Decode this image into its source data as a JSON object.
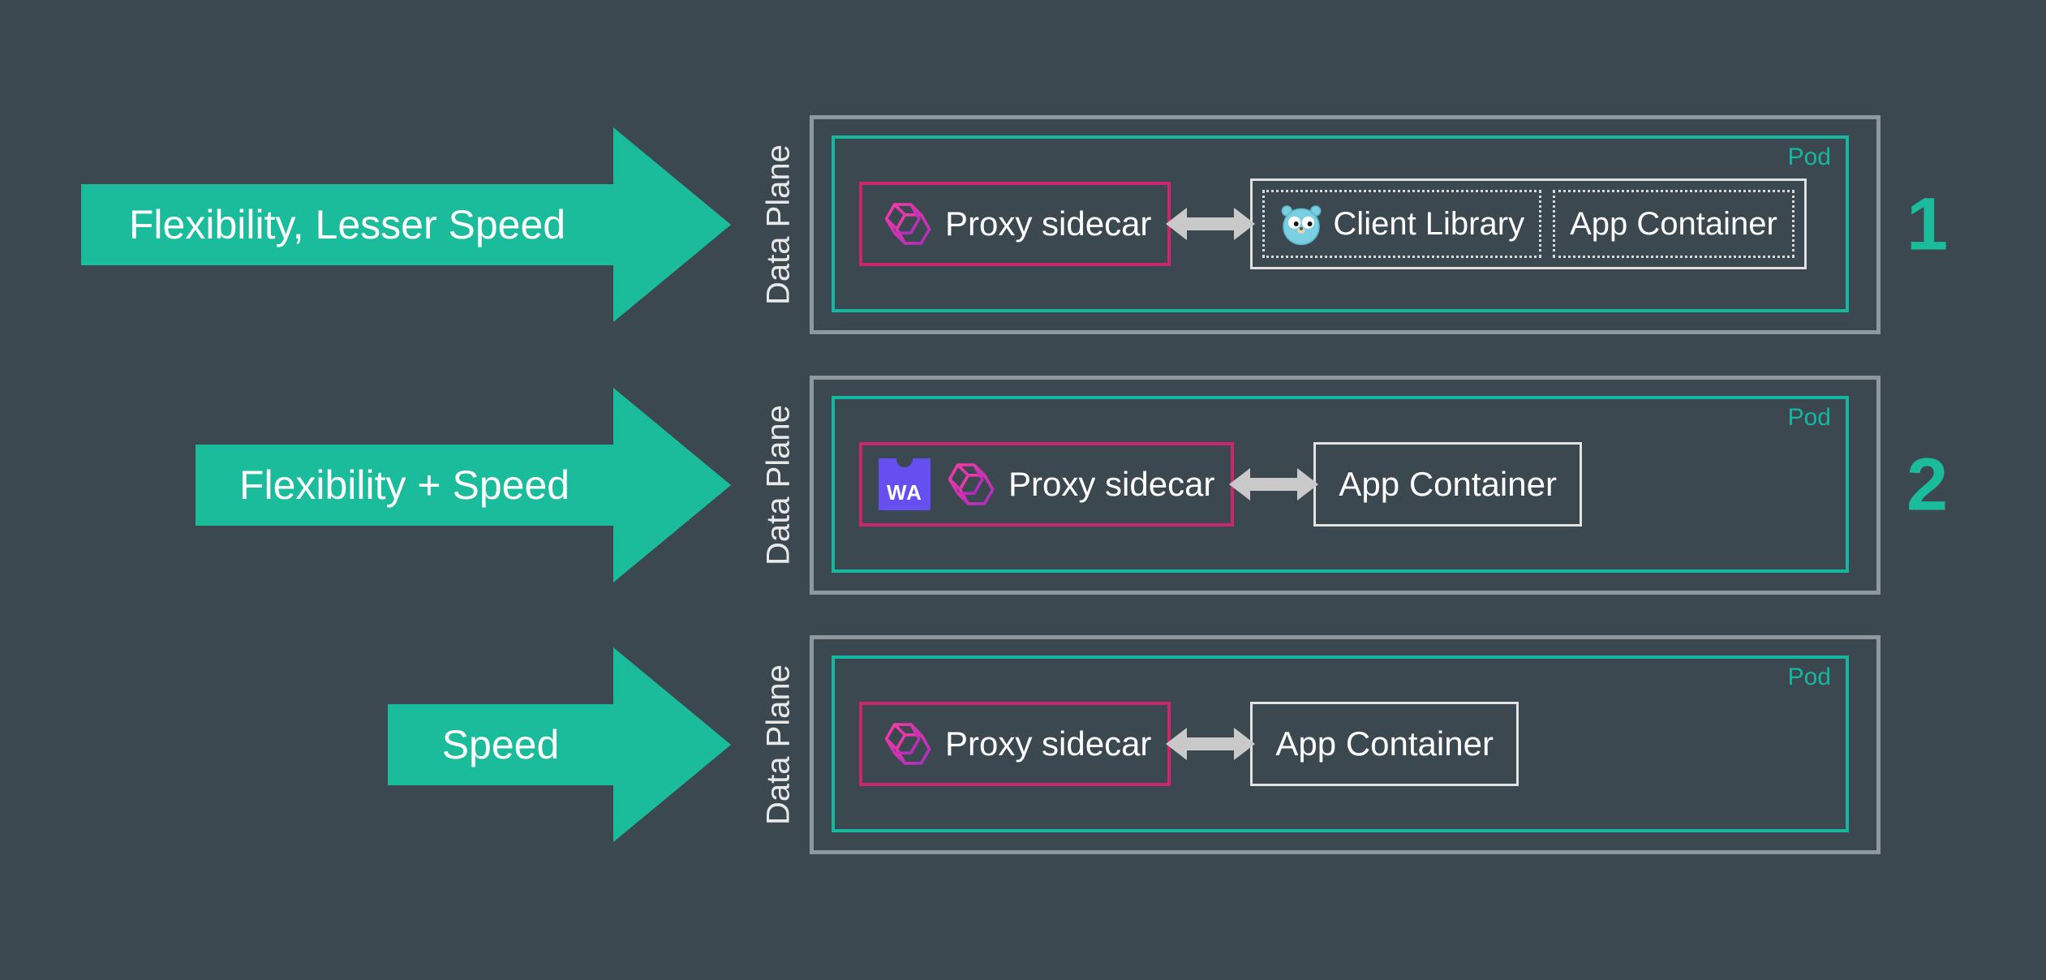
{
  "colors": {
    "background": "#3b4850",
    "arrow_teal": "#1abc9c",
    "pod_border_teal": "#14b8a0",
    "proxy_border_magenta": "#c9266d",
    "frame_gray": "#8f989d",
    "container_border": "#e0e0e0",
    "link_arrow_gray": "#c9c9c9",
    "wasm_purple": "#654ff0",
    "text": "#ffffff"
  },
  "icons": {
    "proxy_logo": "envoy-proxy-hexagon-logo",
    "client_library": "go-gopher-icon",
    "wasm": "webassembly-icon",
    "link": "bidirectional-arrow-icon"
  },
  "rows": [
    {
      "number": "1",
      "arrow_label": "Flexibility, Lesser Speed",
      "dataplane_label": "Data Plane",
      "pod_label": "Pod",
      "proxy_label": "Proxy sidecar",
      "client_library_label": "Client Library",
      "app_container_label": "App Container"
    },
    {
      "number": "2",
      "arrow_label": "Flexibility + Speed",
      "dataplane_label": "Data Plane",
      "pod_label": "Pod",
      "wasm_label": "WA",
      "proxy_label": "Proxy sidecar",
      "app_container_label": "App Container"
    },
    {
      "number": "",
      "arrow_label": "Speed",
      "dataplane_label": "Data Plane",
      "pod_label": "Pod",
      "proxy_label": "Proxy sidecar",
      "app_container_label": "App Container"
    }
  ]
}
